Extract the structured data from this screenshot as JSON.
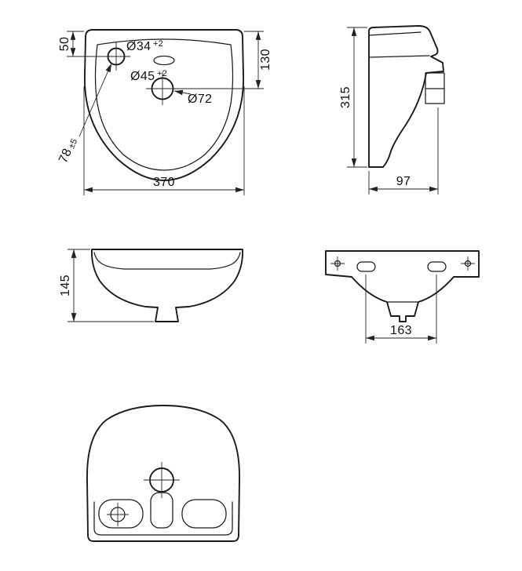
{
  "views": {
    "top": {
      "dims": {
        "tap_hole_offset": "50",
        "tap_hole_dia": "Ø34",
        "tap_hole_dia_tol": "+2",
        "drain_offset": "130",
        "drain_dia": "Ø45",
        "drain_dia_tol": "+2",
        "drain_recess_dia": "Ø72",
        "tap_edge_offset": "78",
        "tap_edge_offset_tol": "±5",
        "overall_width": "370"
      }
    },
    "side": {
      "dims": {
        "overall_height": "315",
        "base_depth": "97"
      }
    },
    "front": {
      "dims": {
        "rim_height": "145"
      }
    },
    "back": {
      "dims": {
        "fixing_hole_spacing": "163"
      }
    }
  }
}
